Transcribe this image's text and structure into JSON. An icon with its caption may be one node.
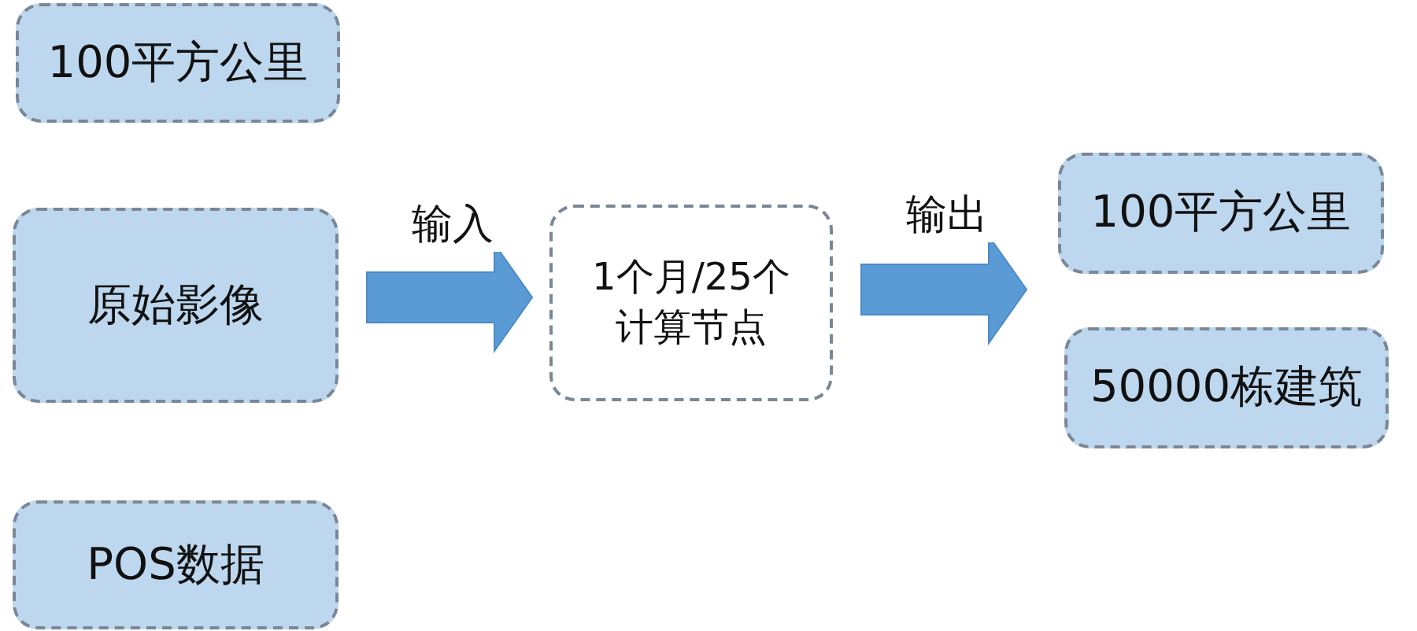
{
  "diagram": {
    "nodes": [
      {
        "text": [
          "100平方公里"
        ]
      },
      {
        "text": [
          "原始影像"
        ]
      },
      {
        "text": [
          "POS数据"
        ]
      },
      {
        "text": [
          "1个月/25个计算节点"
        ]
      },
      {
        "text": [
          "100平方公里"
        ]
      },
      {
        "text": [
          "50000栋建筑"
        ]
      }
    ],
    "edges": [
      {
        "from": 1,
        "to": 3,
        "arrow": "to",
        "label": "输入"
      },
      {
        "from": 3,
        "to": null,
        "arrow": "to",
        "label": "输出"
      }
    ]
  }
}
